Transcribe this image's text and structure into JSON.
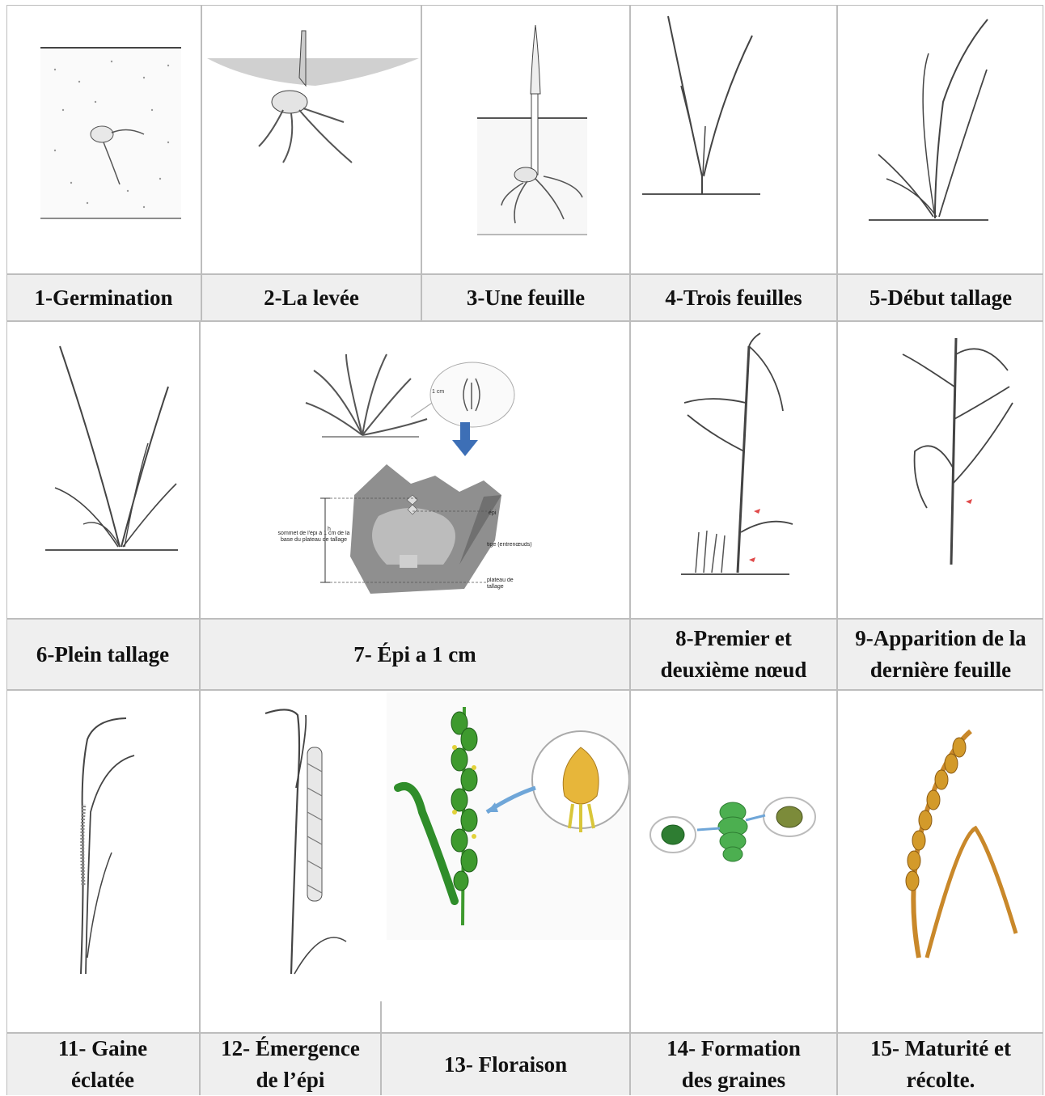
{
  "stages": {
    "s1": "1-Germination",
    "s2": "2-La levée",
    "s3": "3-Une feuille",
    "s4": "4-Trois feuilles",
    "s5": "5-Début tallage",
    "s6": "6-Plein tallage",
    "s7": "7- Épi a 1 cm",
    "s8": "8-Premier et deuxième nœud",
    "s9": "9-Apparition de la dernière feuille",
    "s11": "11- Gaine éclatée",
    "s12": "12- Émergence de l’épi",
    "s13": "13- Floraison",
    "s14": "14-  Formation des graines",
    "s15": "15- Maturité et récolte."
  },
  "diagram7": {
    "sommet": "sommet de l'épi à 1 cm de la base du plateau de tallage",
    "h": "h",
    "epi": "épi",
    "tige": "tige (entrenœuds)",
    "plateau": "plateau de tallage",
    "one_cm": "1 cm"
  },
  "colors": {
    "border": "#bdbdbd",
    "label_bg": "#efefef",
    "arrow": "#3d6fb6",
    "wheat_green": "#3e9a2e",
    "wheat_gold": "#d39a2a"
  }
}
